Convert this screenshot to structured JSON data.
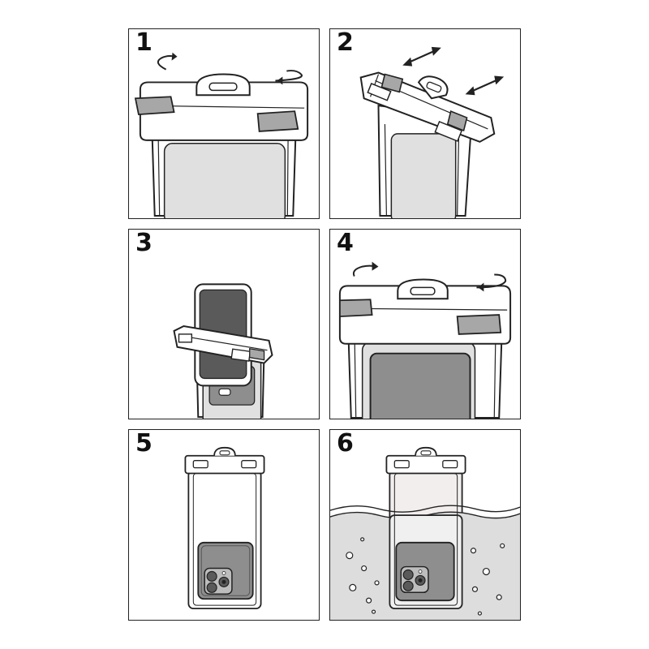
{
  "panels": [
    {
      "step": "1"
    },
    {
      "step": "2"
    },
    {
      "step": "3"
    },
    {
      "step": "4"
    },
    {
      "step": "5"
    },
    {
      "step": "6"
    }
  ],
  "colors": {
    "outline": "#222222",
    "clasp_gray": "#a7a7a7",
    "pouch_window": "#e0e0e0",
    "phone_dark": "#5a5a5a",
    "phone_mid": "#8e8e8e",
    "water": "#dddddd",
    "panel_bg": "#ffffff"
  }
}
